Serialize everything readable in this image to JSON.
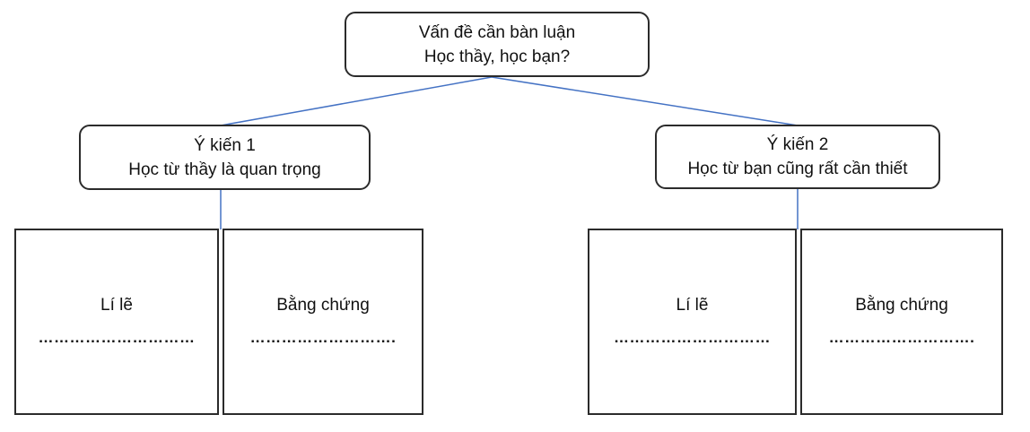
{
  "diagram": {
    "root": {
      "line1": "Vấn đề cần bàn luận",
      "line2": "Học thầy, học bạn?"
    },
    "opinion1": {
      "line1": "Ý kiến 1",
      "line2": "Học từ thầy là quan trọng"
    },
    "opinion2": {
      "line1": "Ý kiến 2",
      "line2": "Học từ bạn cũng rất cần thiết"
    },
    "leaves": [
      {
        "label": "Lí lẽ",
        "dots": "…………………………"
      },
      {
        "label": "Bằng chứng",
        "dots": "………………………."
      },
      {
        "label": "Lí lẽ",
        "dots": "…………………………"
      },
      {
        "label": "Bằng chứng",
        "dots": "………………………."
      }
    ],
    "colors": {
      "connector": "#4472C4",
      "border": "#2b2b2b",
      "text": "#111111",
      "background": "#ffffff"
    }
  }
}
